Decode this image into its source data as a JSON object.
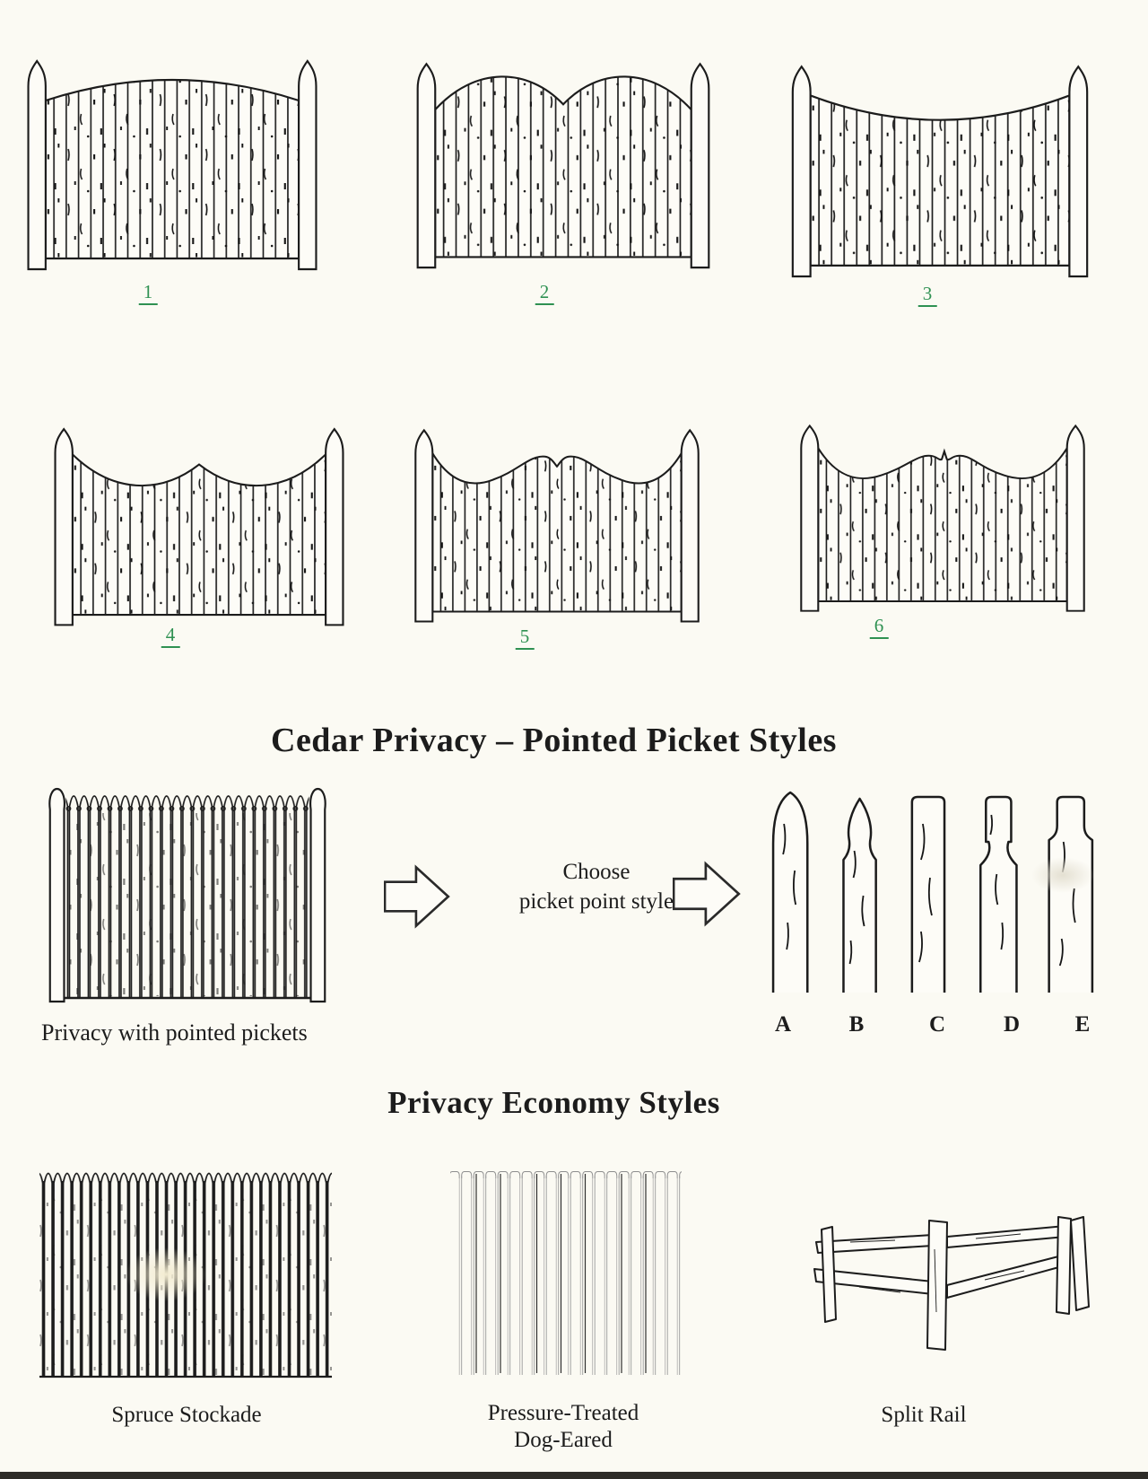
{
  "colors": {
    "paper": "#fbfaf3",
    "ink": "#1c1c1c",
    "green": "#2f9152"
  },
  "numbered_fences": [
    {
      "label": "1",
      "profile": "single convex arch top"
    },
    {
      "label": "2",
      "profile": "double arch top"
    },
    {
      "label": "3",
      "profile": "single concave scallop top"
    },
    {
      "label": "4",
      "profile": "double scallop with center peak"
    },
    {
      "label": "5",
      "profile": "double hump with center dip"
    },
    {
      "label": "6",
      "profile": "double hump with center peak"
    }
  ],
  "pointed_section": {
    "title": "Cedar Privacy – Pointed Picket Styles",
    "fence_caption": "Privacy with pointed pickets",
    "choose_line1": "Choose",
    "choose_line2": "picket point style",
    "picket_point_styles": [
      "A",
      "B",
      "C",
      "D",
      "E"
    ]
  },
  "economy_section": {
    "title": "Privacy Economy Styles",
    "items": [
      {
        "line1": "Spruce Stockade",
        "line2": ""
      },
      {
        "line1": "Pressure-Treated",
        "line2": "Dog-Eared"
      },
      {
        "line1": "Split Rail",
        "line2": ""
      }
    ]
  }
}
